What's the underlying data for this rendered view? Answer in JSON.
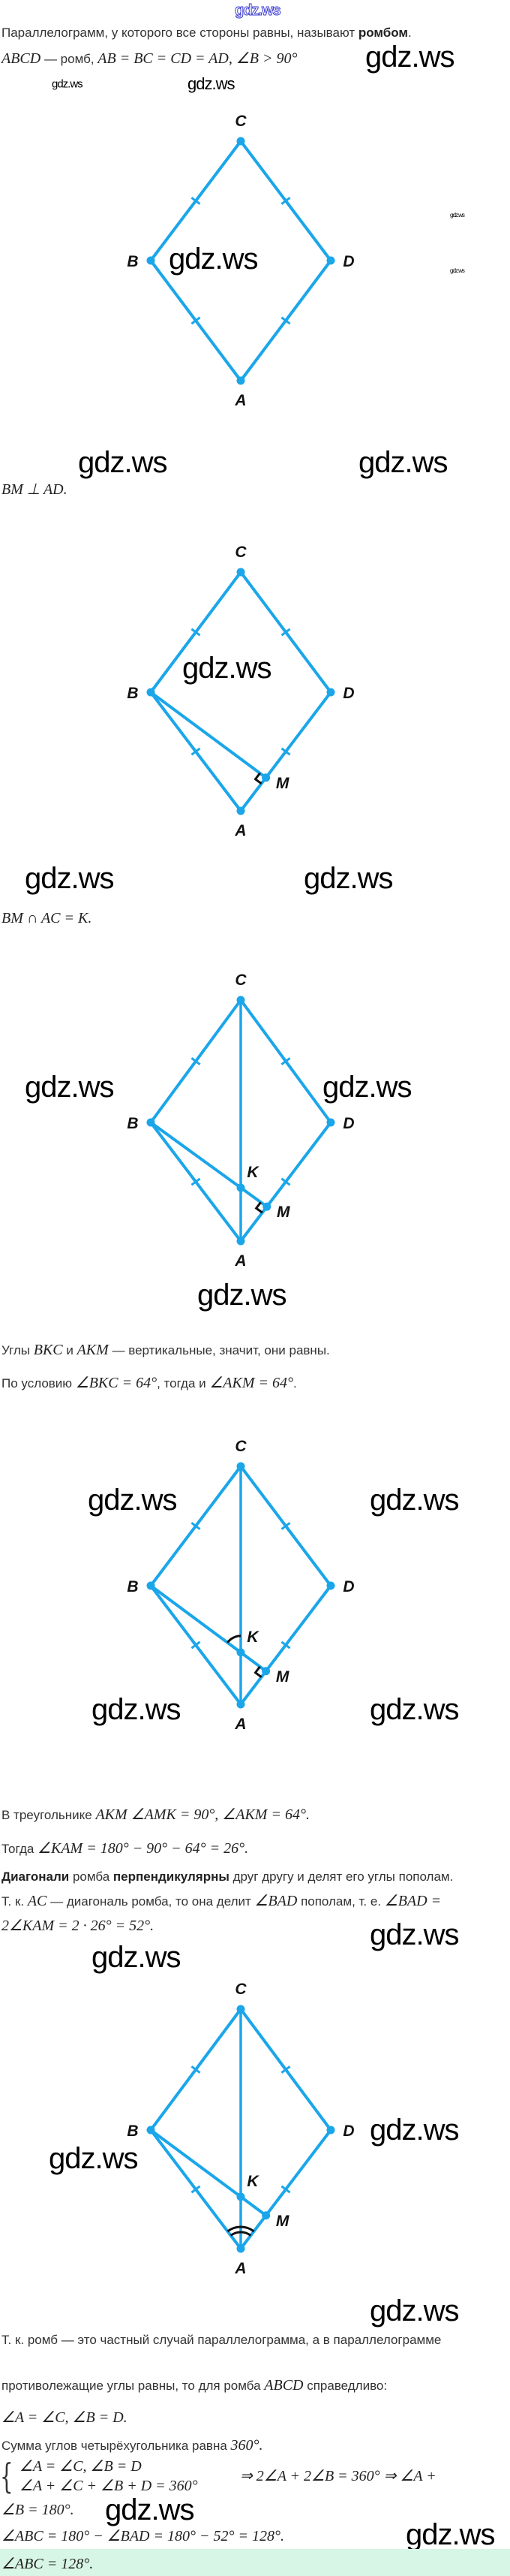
{
  "watermark_text": "gdz.ws",
  "colors": {
    "figure": "#1ba6ea",
    "answer_bg": "#d8f6e6",
    "text": "#333333"
  },
  "lines": {
    "l1": [
      {
        "type": "text",
        "text": "Параллелограмм, у которого все стороны равны, называют "
      },
      {
        "type": "bold",
        "text": "ромбом"
      },
      {
        "type": "text",
        "text": "."
      }
    ],
    "l2": [
      {
        "type": "math",
        "text": "ABCD"
      },
      {
        "type": "text",
        "text": " — ромб, "
      },
      {
        "type": "math",
        "text": "AB = BC = CD = AD, ∠B  >  90°"
      }
    ],
    "l3": [
      {
        "type": "math",
        "text": "BM ⊥ AD."
      }
    ],
    "l4": [
      {
        "type": "math",
        "text": "BM ∩ AC = K."
      }
    ],
    "l5": [
      {
        "type": "text",
        "text": "Углы "
      },
      {
        "type": "math",
        "text": "BKC"
      },
      {
        "type": "text",
        "text": " и "
      },
      {
        "type": "math",
        "text": "AKM"
      },
      {
        "type": "text",
        "text": " — вертикальные, значит, они равны."
      }
    ],
    "l6": [
      {
        "type": "text",
        "text": "По условию "
      },
      {
        "type": "math",
        "text": "∠BKC = 64°"
      },
      {
        "type": "text",
        "text": ", тогда и "
      },
      {
        "type": "math",
        "text": "∠AKM = 64°"
      },
      {
        "type": "text",
        "text": "."
      }
    ],
    "l7": [
      {
        "type": "text",
        "text": "В треугольнике "
      },
      {
        "type": "math",
        "text": "AKM ∠AMK = 90°, ∠AKM = 64°."
      }
    ],
    "l8": [
      {
        "type": "text",
        "text": "Тогда "
      },
      {
        "type": "math",
        "text": "∠KAM = 180° − 90° − 64° = 26°."
      }
    ],
    "l9": [
      {
        "type": "bold",
        "text": "Диагонали"
      },
      {
        "type": "text",
        "text": " ромба "
      },
      {
        "type": "bold",
        "text": "перпендикулярны"
      },
      {
        "type": "text",
        "text": " друг другу и делят его углы пополам."
      }
    ],
    "l10": [
      {
        "type": "text",
        "text": "Т. к. "
      },
      {
        "type": "math",
        "text": "AC"
      },
      {
        "type": "text",
        "text": " — диагональ ромба, то она делит "
      },
      {
        "type": "math",
        "text": "∠BAD"
      },
      {
        "type": "text",
        "text": " пополам, т. е. "
      },
      {
        "type": "math",
        "text": "∠BAD ="
      }
    ],
    "l11": [
      {
        "type": "math",
        "text": "2∠KAM = 2 · 26° = 52°."
      }
    ],
    "l12": [
      {
        "type": "text",
        "text": "Т. к. ромб — это частный случай параллелограмма, а в параллелограмме"
      }
    ],
    "l13": [
      {
        "type": "text",
        "text": "противолежащие углы равны, то для ромба "
      },
      {
        "type": "math",
        "text": "ABCD"
      },
      {
        "type": "text",
        "text": " справедливо:"
      }
    ],
    "l14": [
      {
        "type": "math",
        "text": "∠A = ∠C,  ∠B = D."
      }
    ],
    "l15": [
      {
        "type": "text",
        "text": "Сумма углов четырёхугольника равна "
      },
      {
        "type": "math",
        "text": "360°."
      }
    ],
    "sys1": [
      {
        "type": "math",
        "text": "∠A = ∠C,  ∠B = D"
      }
    ],
    "sys2": [
      {
        "type": "math",
        "text": "∠A + ∠C + ∠B + D = 360°"
      }
    ],
    "sys3": [
      {
        "type": "math",
        "text": "⇒  2∠A + 2∠B = 360°  ⇒  ∠A +"
      }
    ],
    "l16": [
      {
        "type": "math",
        "text": "∠B = 180°."
      }
    ],
    "l17": [
      {
        "type": "math",
        "text": "∠ABC = 180° − ∠BAD = 180° − 52° = 128°."
      }
    ],
    "answer": [
      {
        "type": "math",
        "text": "∠ABC = 128°."
      }
    ]
  },
  "system_brace": "{",
  "diagrams": [
    {
      "labels": {
        "A": "A",
        "B": "B",
        "C": "C",
        "D": "D"
      }
    },
    {
      "labels": {
        "A": "A",
        "B": "B",
        "C": "C",
        "D": "D",
        "M": "M"
      }
    },
    {
      "labels": {
        "A": "A",
        "B": "B",
        "C": "C",
        "D": "D",
        "M": "M",
        "K": "K"
      }
    },
    {
      "labels": {
        "A": "A",
        "B": "B",
        "C": "C",
        "D": "D",
        "M": "M",
        "K": "K"
      }
    },
    {
      "labels": {
        "A": "A",
        "B": "B",
        "C": "C",
        "D": "D",
        "M": "M",
        "K": "K"
      }
    }
  ]
}
